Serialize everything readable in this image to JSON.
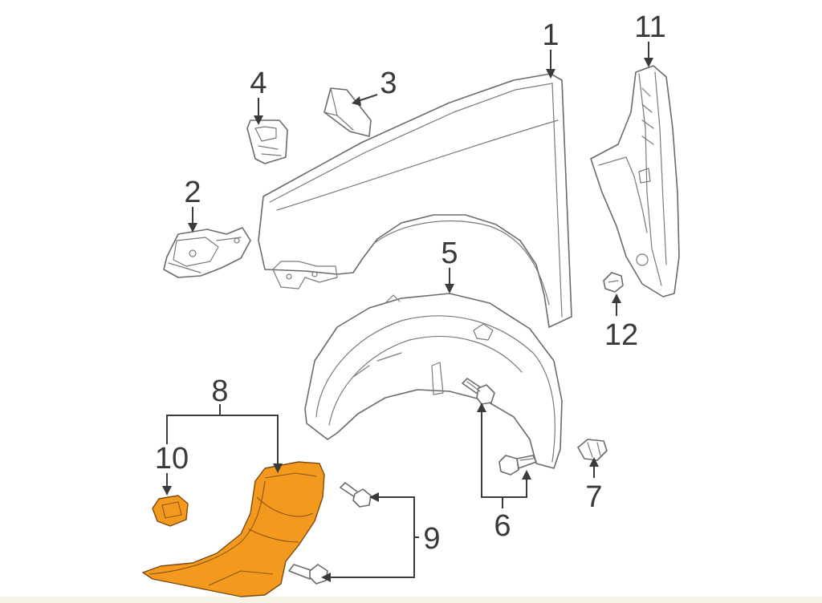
{
  "diagram": {
    "callouts": [
      {
        "id": "c1",
        "label": "1"
      },
      {
        "id": "c2",
        "label": "2"
      },
      {
        "id": "c3",
        "label": "3"
      },
      {
        "id": "c4",
        "label": "4"
      },
      {
        "id": "c5",
        "label": "5"
      },
      {
        "id": "c6",
        "label": "6"
      },
      {
        "id": "c7",
        "label": "7"
      },
      {
        "id": "c8",
        "label": "8"
      },
      {
        "id": "c9",
        "label": "9"
      },
      {
        "id": "c10",
        "label": "10"
      },
      {
        "id": "c11",
        "label": "11"
      },
      {
        "id": "c12",
        "label": "12"
      }
    ],
    "colors": {
      "highlight": "#f39a1e",
      "outline": "#6b6b6b",
      "callout_text": "#3a3a3a"
    }
  }
}
